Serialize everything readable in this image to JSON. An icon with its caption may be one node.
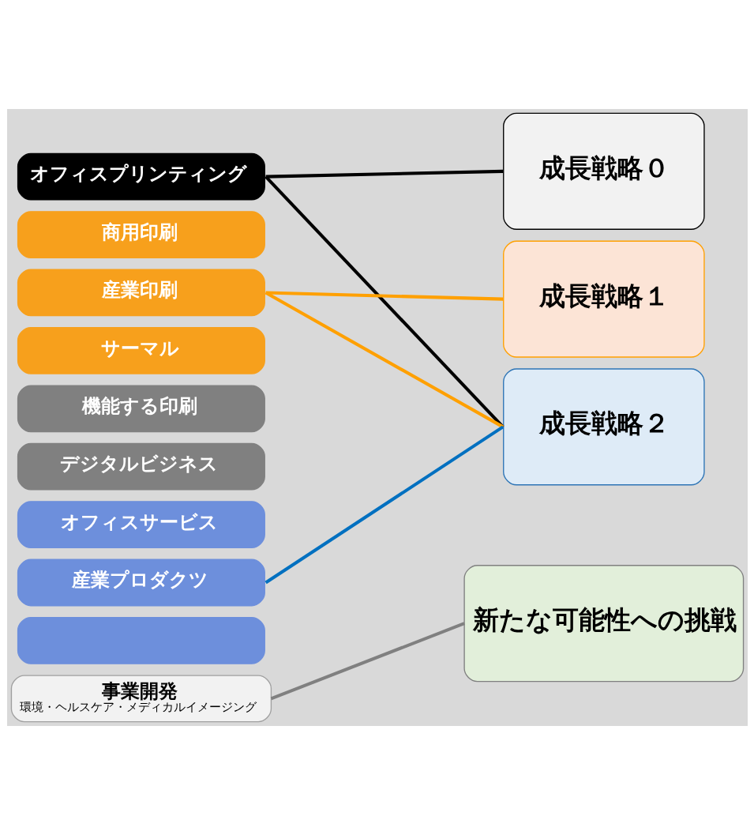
{
  "diagram": {
    "nodes": [
      {
        "text": [
          "オフィスプリンティング"
        ]
      },
      {
        "text": [
          "商用印刷"
        ]
      },
      {
        "text": [
          "産業印刷"
        ]
      },
      {
        "text": [
          "サーマル"
        ]
      },
      {
        "text": [
          "機能する印刷"
        ]
      },
      {
        "text": [
          "デジタルビジネス"
        ]
      },
      {
        "text": [
          "オフィスサービス"
        ]
      },
      {
        "text": [
          "産業プロダクツ"
        ]
      },
      {
        "text": [],
        "shape": "box"
      },
      {
        "text": [
          "事業開発",
          "環境・ヘルスケア・メディカルイメージング"
        ]
      },
      {
        "text": [
          "成長戦略０"
        ]
      },
      {
        "text": [
          "成長戦略１"
        ]
      },
      {
        "text": [
          "成長戦略２"
        ]
      },
      {
        "text": [
          "新たな可能性への挑戦"
        ]
      }
    ],
    "edges": [
      {
        "from": 0,
        "to": 10,
        "arrow": "none",
        "color": "#000000"
      },
      {
        "from": 0,
        "to": 12,
        "arrow": "none",
        "color": "#000000"
      },
      {
        "from": 2,
        "to": 11,
        "arrow": "none",
        "color": "#ffa000"
      },
      {
        "from": 2,
        "to": 12,
        "arrow": "none",
        "color": "#ffa000"
      },
      {
        "from": 7,
        "to": 12,
        "arrow": "none",
        "color": "#0070c0"
      },
      {
        "from": 9,
        "to": 13,
        "arrow": "none",
        "color": "#808080"
      }
    ]
  }
}
